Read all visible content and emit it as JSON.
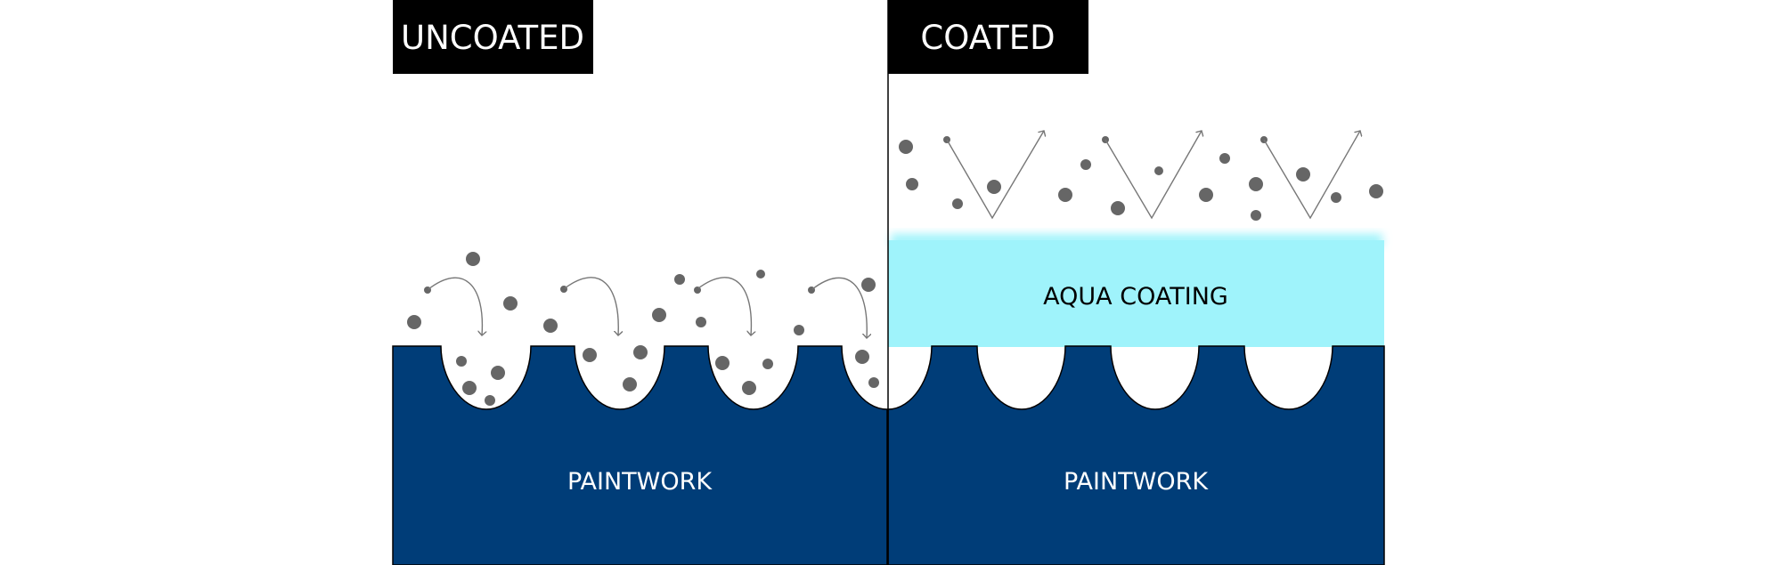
{
  "panels": {
    "uncoated": {
      "title": "UNCOATED",
      "base_label": "PAINTWORK"
    },
    "coated": {
      "title": "COATED",
      "coating_label": "AQUA COATING",
      "base_label": "PAINTWORK"
    }
  },
  "colors": {
    "paintwork": "#003d78",
    "coating": "#9ff3fb",
    "particle": "#666666",
    "title_bg": "#000000",
    "title_text": "#ffffff",
    "arrow": "#777777",
    "outline": "#000000"
  }
}
